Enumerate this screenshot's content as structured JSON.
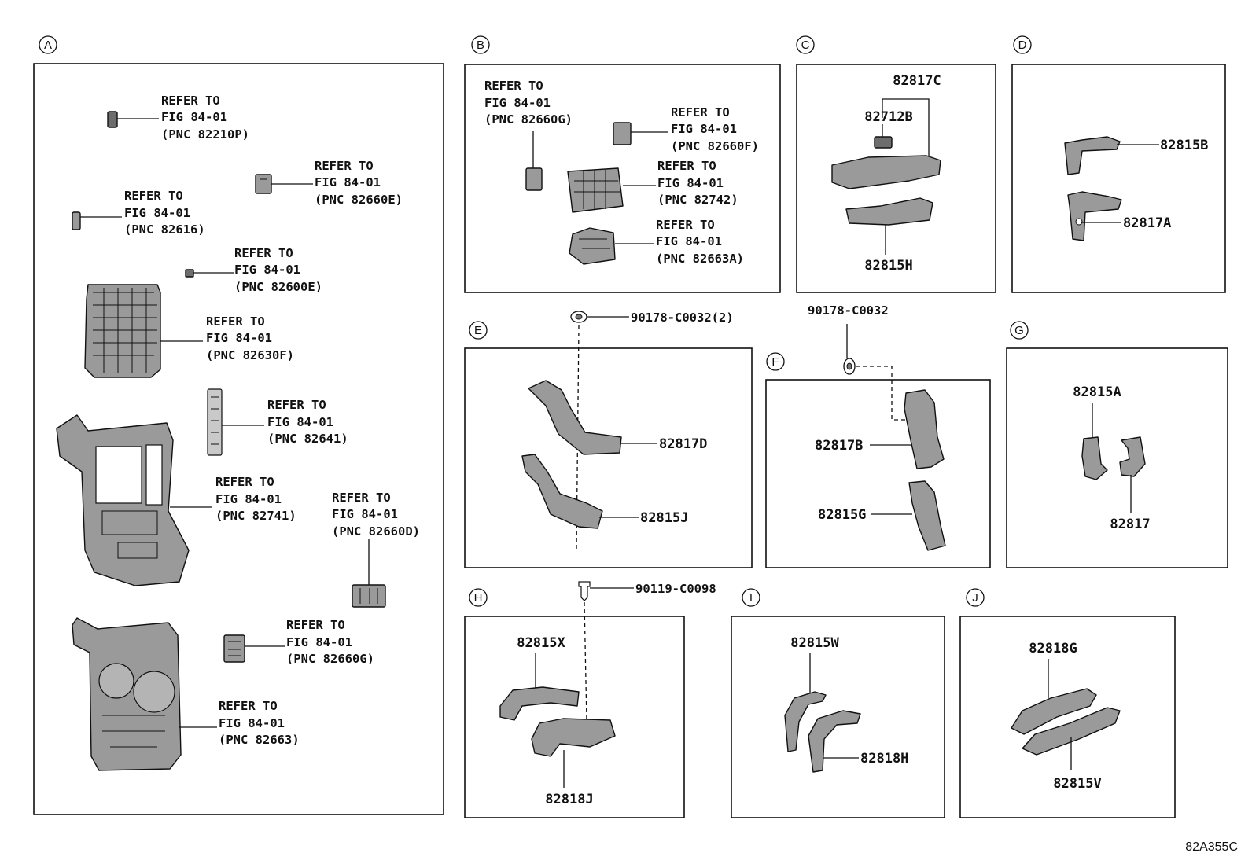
{
  "diagram_number": "82A355C",
  "refer_line1": "REFER TO",
  "refer_line2": "FIG 84-01",
  "sections": {
    "A": {
      "letter": "A",
      "refs": [
        {
          "pnc": "(PNC 82210P)"
        },
        {
          "pnc": "(PNC 82660E)"
        },
        {
          "pnc": "(PNC 82616)"
        },
        {
          "pnc": "(PNC 82600E)"
        },
        {
          "pnc": "(PNC 82630F)"
        },
        {
          "pnc": "(PNC 82641)"
        },
        {
          "pnc": "(PNC 82741)"
        },
        {
          "pnc": "(PNC 82660D)"
        },
        {
          "pnc": "(PNC 82660G)"
        },
        {
          "pnc": "(PNC 82663)"
        }
      ]
    },
    "B": {
      "letter": "B",
      "refs": [
        {
          "pnc": "(PNC 82660G)"
        },
        {
          "pnc": "(PNC 82660F)"
        },
        {
          "pnc": "(PNC 82742)"
        },
        {
          "pnc": "(PNC 82663A)"
        }
      ]
    },
    "C": {
      "letter": "C",
      "parts": [
        "82817C",
        "82712B",
        "82815H"
      ]
    },
    "D": {
      "letter": "D",
      "parts": [
        "82815B",
        "82817A"
      ]
    },
    "E": {
      "letter": "E",
      "fastener": "90178-C0032(2)",
      "parts": [
        "82817D",
        "82815J"
      ]
    },
    "F": {
      "letter": "F",
      "fastener": "90178-C0032",
      "parts": [
        "82817B",
        "82815G"
      ]
    },
    "G": {
      "letter": "G",
      "parts": [
        "82815A",
        "82817"
      ]
    },
    "H": {
      "letter": "H",
      "fastener": "90119-C0098",
      "parts": [
        "82815X",
        "82818J"
      ]
    },
    "I": {
      "letter": "I",
      "parts": [
        "82815W",
        "82818H"
      ]
    },
    "J": {
      "letter": "J",
      "parts": [
        "82818G",
        "82815V"
      ]
    }
  }
}
